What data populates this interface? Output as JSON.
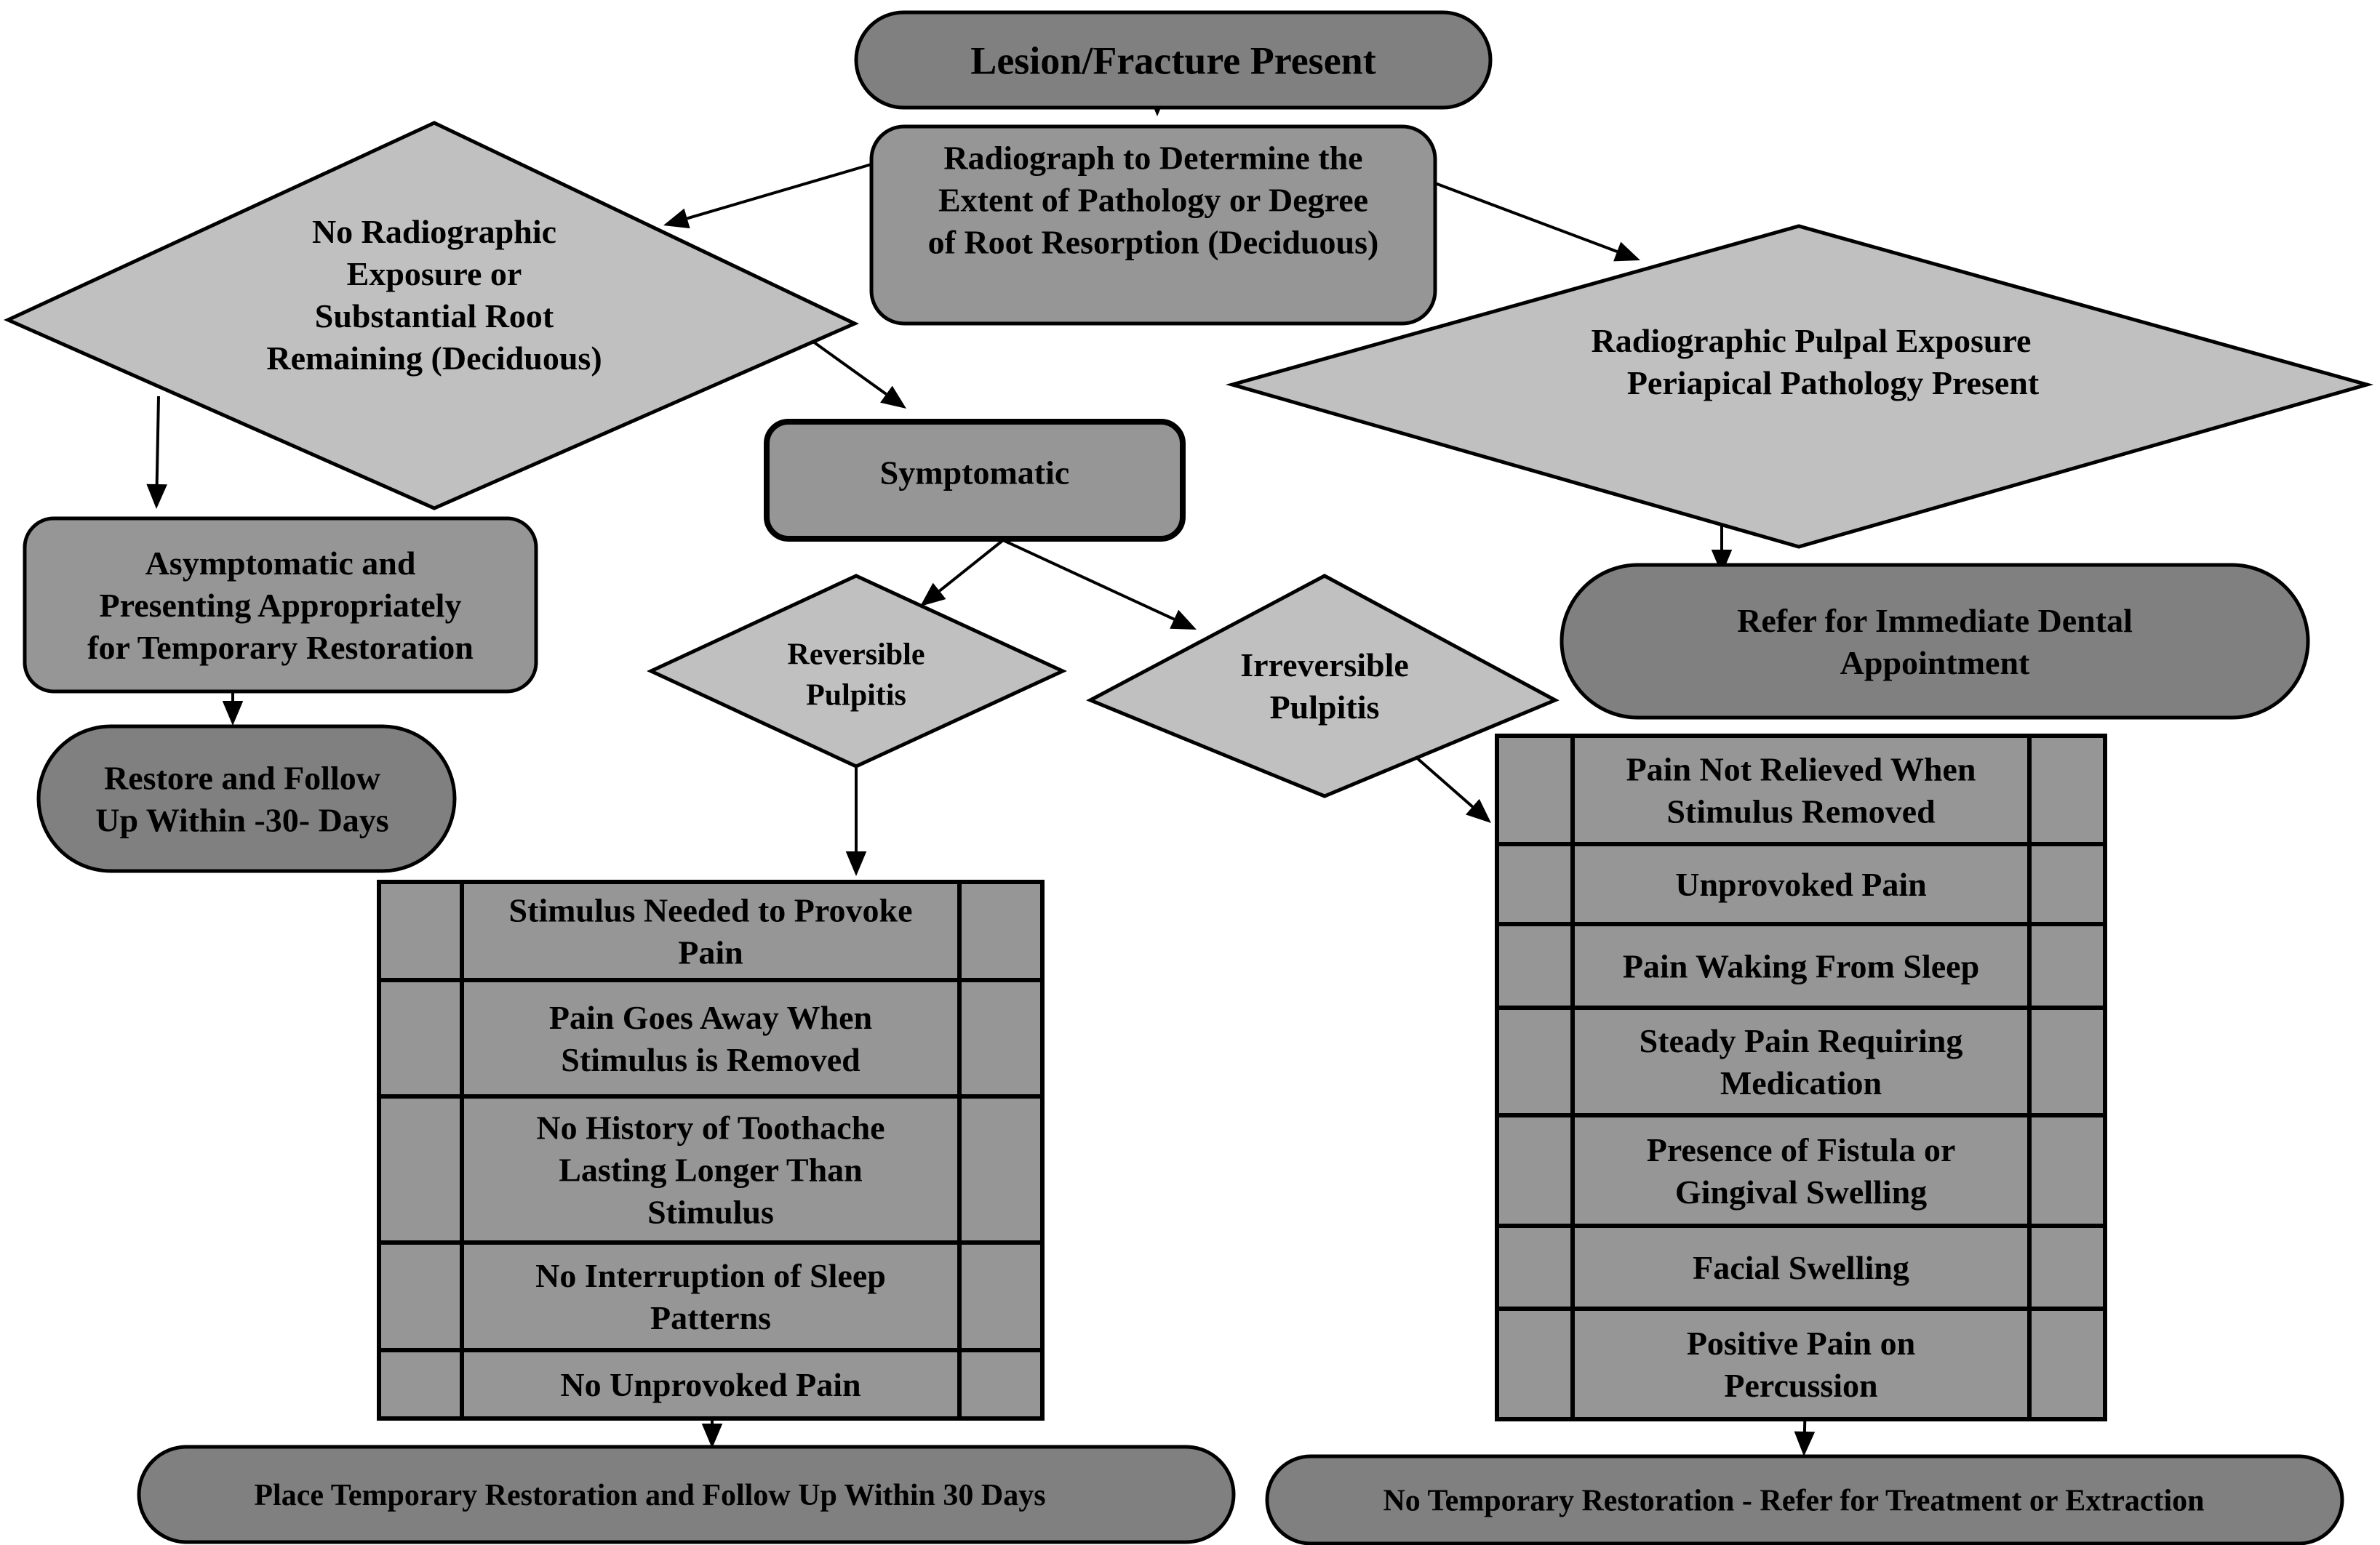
{
  "colors": {
    "oval": "#808080",
    "box": "#969696",
    "diamond": "#c0c0c0",
    "line": "#000000",
    "background": "#ffffff"
  },
  "nodes": {
    "start": {
      "lines": [
        "Lesion/Fracture Present"
      ]
    },
    "radiograph": {
      "lines": [
        "Radiograph to Determine the",
        "Extent of Pathology or Degree",
        "of Root Resorption (Deciduous)"
      ]
    },
    "no_exposure": {
      "lines": [
        "No Radiographic",
        "Exposure or",
        "Substantial Root",
        "Remaining (Deciduous)"
      ]
    },
    "exposure": {
      "lines": [
        "Radiographic Pulpal Exposure",
        "Periapical Pathology Present"
      ]
    },
    "symptomatic": {
      "lines": [
        "Symptomatic"
      ]
    },
    "asymptomatic": {
      "lines": [
        "Asymptomatic and",
        "Presenting Appropriately",
        "for Temporary Restoration"
      ]
    },
    "restore": {
      "lines": [
        "Restore and Follow",
        "Up Within -30- Days"
      ]
    },
    "reversible": {
      "lines": [
        "Reversible",
        "Pulpitis"
      ]
    },
    "irreversible": {
      "lines": [
        "Irreversible",
        "Pulpitis"
      ]
    },
    "refer_immediate": {
      "lines": [
        "Refer for Immediate Dental",
        "Appointment"
      ]
    },
    "place_temp": {
      "lines": [
        "Place Temporary Restoration and Follow Up Within 30 Days"
      ]
    },
    "no_temp": {
      "lines": [
        "No Temporary Restoration - Refer for Treatment or Extraction"
      ]
    }
  },
  "reversible_criteria": [
    [
      "Stimulus Needed to Provoke",
      "Pain"
    ],
    [
      "Pain Goes Away When",
      "Stimulus is Removed"
    ],
    [
      "No History of Toothache",
      "Lasting Longer Than",
      "Stimulus"
    ],
    [
      "No Interruption of Sleep",
      "Patterns"
    ],
    [
      "No Unprovoked Pain"
    ]
  ],
  "irreversible_criteria": [
    [
      "Pain Not Relieved When",
      "Stimulus Removed"
    ],
    [
      "Unprovoked Pain"
    ],
    [
      "Pain Waking From Sleep"
    ],
    [
      "Steady Pain Requiring",
      "Medication"
    ],
    [
      "Presence of Fistula or",
      "Gingival Swelling"
    ],
    [
      "Facial Swelling"
    ],
    [
      "Positive Pain on",
      "Percussion"
    ]
  ],
  "edges": [
    [
      "start",
      "radiograph"
    ],
    [
      "radiograph",
      "no_exposure"
    ],
    [
      "radiograph",
      "exposure"
    ],
    [
      "no_exposure",
      "asymptomatic"
    ],
    [
      "no_exposure",
      "symptomatic"
    ],
    [
      "asymptomatic",
      "restore"
    ],
    [
      "exposure",
      "refer_immediate"
    ],
    [
      "symptomatic",
      "reversible"
    ],
    [
      "symptomatic",
      "irreversible"
    ],
    [
      "reversible",
      "reversible_criteria"
    ],
    [
      "irreversible",
      "irreversible_criteria"
    ],
    [
      "reversible_criteria",
      "place_temp"
    ],
    [
      "irreversible_criteria",
      "no_temp"
    ]
  ]
}
